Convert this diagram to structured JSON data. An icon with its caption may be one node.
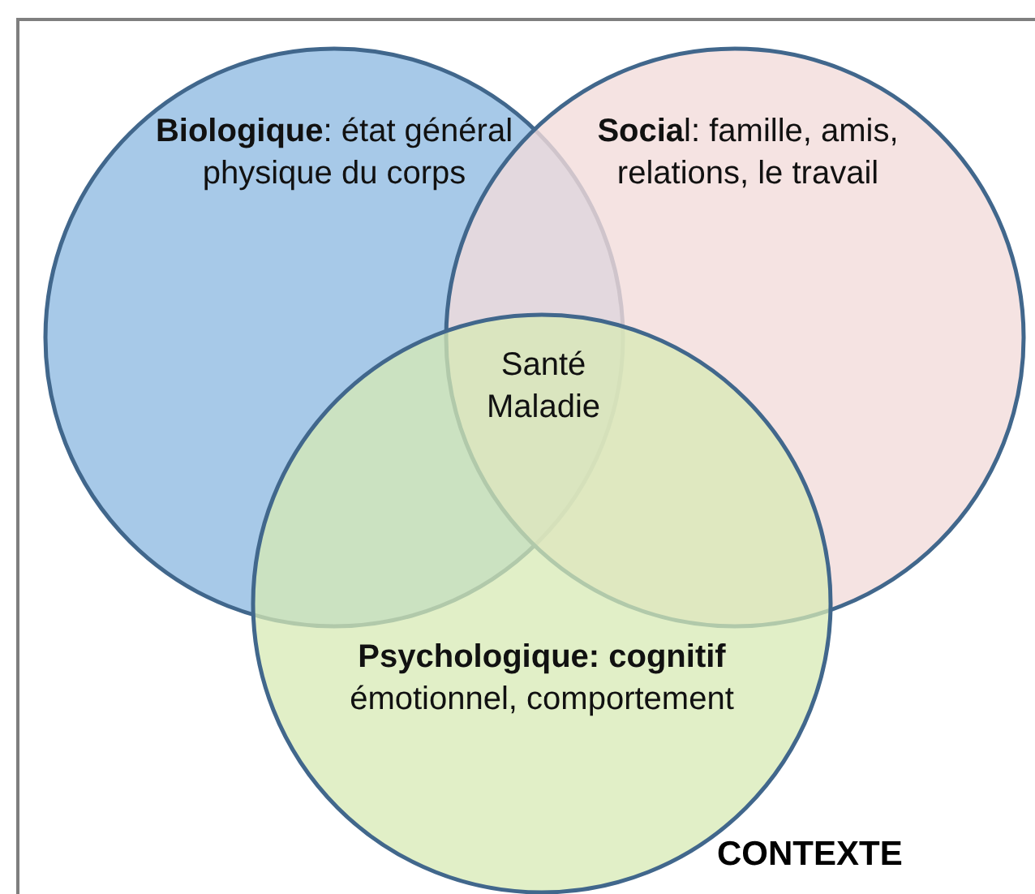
{
  "diagram": {
    "nodes": [
      {
        "text": [
          "CONTEXTE"
        ]
      },
      {
        "text": [
          "**Biologique**: état général physique du corps"
        ],
        "in": 0
      },
      {
        "text": [
          "**Socia**l: famille, amis, relations, le travail"
        ],
        "in": 0
      },
      {
        "text": [
          "**Psychologique: cognitif** émotionnel, comportement"
        ],
        "in": 0
      }
    ],
    "edges": [],
    "labels": [
      "Santé Maladie"
    ]
  }
}
